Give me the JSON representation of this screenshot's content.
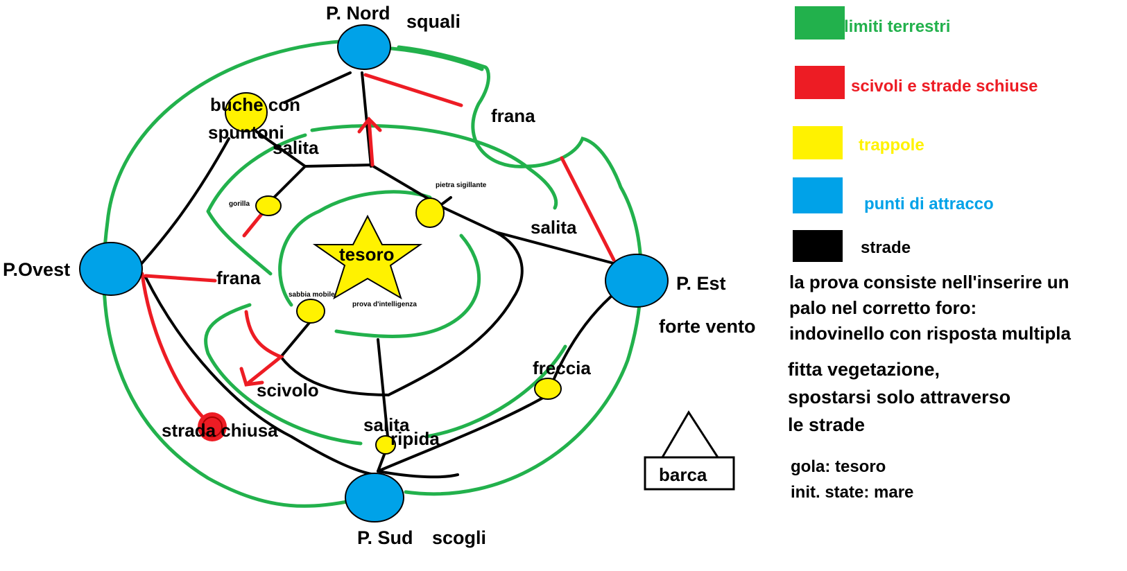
{
  "colors": {
    "green": "#22b14c",
    "red": "#ed1c24",
    "yellow": "#fff200",
    "blue": "#00a2e8",
    "black": "#000000"
  },
  "ports": {
    "north": "P. Nord",
    "south": "P. Sud",
    "east": "P. Est",
    "west": "P.Ovest"
  },
  "hazards": {
    "north": "squali",
    "south": "scogli",
    "east": "forte vento"
  },
  "labels": {
    "treasure": "tesoro",
    "intelligence_test": "prova d'intelligenza",
    "spike_holes_1": "buche con",
    "spike_holes_2": "spuntoni",
    "climb_nw": "salita",
    "climb_east": "salita",
    "climb_south": "salita",
    "steep": "ripida",
    "landslide_ne": "frana",
    "landslide_west": "frana",
    "gorilla": "gorilla",
    "sealing_stone": "pietra sigillante",
    "quicksand": "sabbia mobile",
    "slide": "scivolo",
    "closed_road": "strada chiusa",
    "arrow": "freccia",
    "boat": "barca"
  },
  "legend": [
    {
      "color": "#22b14c",
      "text": "limiti terrestri"
    },
    {
      "color": "#ed1c24",
      "text": "scivoli e strade schiuse"
    },
    {
      "color": "#fff200",
      "text": "trappole"
    },
    {
      "color": "#00a2e8",
      "text": "punti di attracco"
    },
    {
      "color": "#000000",
      "text": "strade"
    }
  ],
  "notes": {
    "test": [
      "la prova consiste nell'inserire un",
      "palo nel corretto foro:",
      "indovinello con risposta multipla"
    ],
    "vegetation": [
      "fitta vegetazione,",
      "spostarsi solo attraverso",
      "le strade"
    ],
    "goal": [
      "gola: tesoro",
      "init. state: mare"
    ]
  }
}
